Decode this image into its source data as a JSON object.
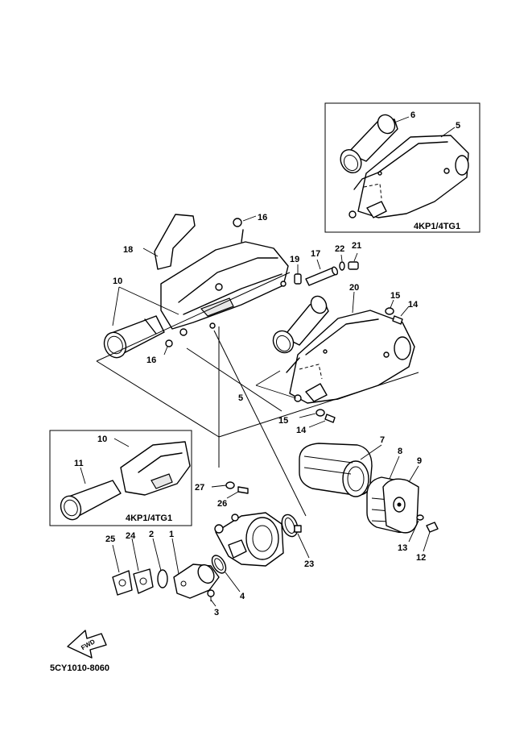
{
  "diagram": {
    "callouts": {
      "c1": "1",
      "c2": "2",
      "c3": "3",
      "c4": "4",
      "c5_inset": "5",
      "c5_main": "5",
      "c6": "6",
      "c7": "7",
      "c8": "8",
      "c9": "9",
      "c10_main": "10",
      "c10_inset": "10",
      "c11": "11",
      "c12": "12",
      "c13": "13",
      "c14_top": "14",
      "c14_bottom": "14",
      "c15_top": "15",
      "c15_bottom": "15",
      "c16_top": "16",
      "c16_bottom": "16",
      "c17": "17",
      "c18": "18",
      "c19": "19",
      "c20": "20",
      "c21": "21",
      "c22": "22",
      "c23": "23",
      "c24": "24",
      "c25": "25",
      "c26": "26",
      "c27": "27"
    },
    "inset_top_label": "4KP1/4TG1",
    "inset_left_label": "4KP1/4TG1",
    "fwd_label": "FWD",
    "drawing_code": "5CY1010-8060"
  }
}
